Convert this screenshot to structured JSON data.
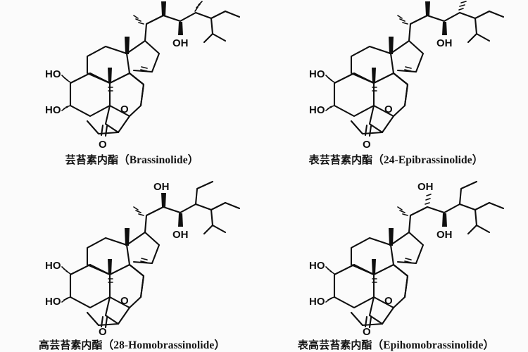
{
  "figure": {
    "kind": "chemical-structure-grid",
    "background_color": "#fbfbfb",
    "line_color": "#0f0f0f",
    "rows": 2,
    "columns": 2
  },
  "panels": [
    {
      "position": "top-left",
      "caption_zh": "芸苔素内酯",
      "caption_en": "（Brassinolide）",
      "caption_full": "芸苔素内酯（Brassinolide）",
      "atom_labels": [
        "HO",
        "HO",
        "OH",
        "O",
        "O"
      ],
      "side_chain": "methyl",
      "clipped_top": true
    },
    {
      "position": "top-right",
      "caption_zh": "表芸苔素内酯",
      "caption_en": "（24-Epibrassinolide）",
      "caption_full": "表芸苔素内酯（24-Epibrassinolide）",
      "atom_labels": [
        "HO",
        "HO",
        "OH",
        "O",
        "O"
      ],
      "side_chain": "methyl",
      "clipped_top": true
    },
    {
      "position": "bottom-left",
      "caption_zh": "高芸苔素内酯",
      "caption_en": "（28-Homobrassinolide）",
      "caption_full": "高芸苔素内酯（28-Homobrassinolide）",
      "atom_labels": [
        "HO",
        "HO",
        "OH",
        "OH",
        "O",
        "O"
      ],
      "side_chain": "ethyl",
      "clipped_bottom": true
    },
    {
      "position": "bottom-right",
      "caption_zh": "表高芸苔素内酯",
      "caption_en": "（Epihomobrassinolide）",
      "caption_full": "表高芸苔素内酯（Epihomobrassinolide）",
      "atom_labels": [
        "HO",
        "HO",
        "OH",
        "OH",
        "O",
        "O"
      ],
      "side_chain": "ethyl",
      "clipped_bottom": true
    }
  ],
  "labels": {
    "hydroxyl_left": "HO",
    "hydroxyl_right": "OH",
    "oxygen": "O"
  }
}
